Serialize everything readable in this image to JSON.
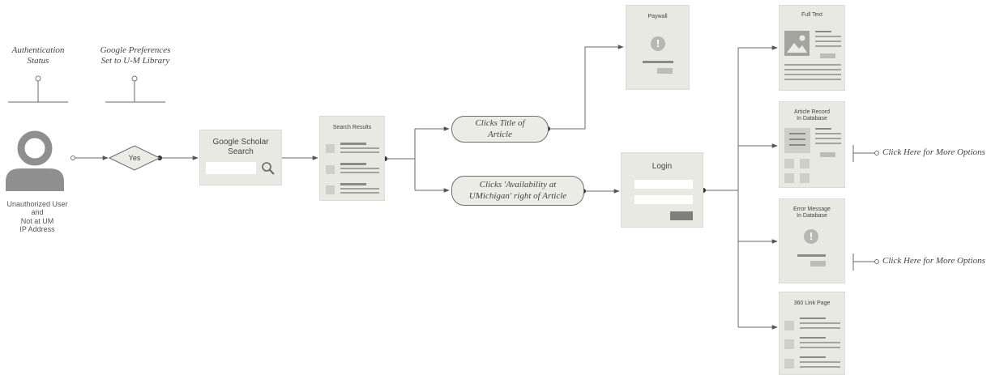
{
  "header_labels": {
    "auth": [
      "Authentication",
      "Status"
    ],
    "prefs": [
      "Google Preferences",
      "Set to U-M Library"
    ]
  },
  "user": {
    "label": [
      "Unauthorized User",
      "and",
      "Not at UM",
      "IP Address"
    ]
  },
  "decision": {
    "label": "Yes"
  },
  "scholar": {
    "title": [
      "Google Scholar",
      "Search"
    ]
  },
  "results": {
    "title": "Search Results"
  },
  "action_title": {
    "label": [
      "Clicks Title of",
      "Article"
    ]
  },
  "action_availability": {
    "label": [
      "Clicks 'Availability at",
      "UMichigan' right of Article"
    ]
  },
  "paywall": {
    "title": "Paywall",
    "icon": "!"
  },
  "login": {
    "title": "Login"
  },
  "fulltext": {
    "title": "Full Text"
  },
  "article_record": {
    "title": [
      "Article Record",
      "In Database"
    ]
  },
  "error_message": {
    "title": [
      "Error Message",
      "In Database"
    ],
    "icon": "!"
  },
  "link360": {
    "title": "360 Link Page"
  },
  "more_options": [
    "Click Here for More Options",
    "Click Here for More Options"
  ],
  "colors": {
    "card": "#e9e9e4",
    "line": "#555555",
    "placeholder": "#a3a3a0"
  },
  "icons": [
    "user-icon",
    "search-icon",
    "image-icon",
    "alert-icon"
  ]
}
